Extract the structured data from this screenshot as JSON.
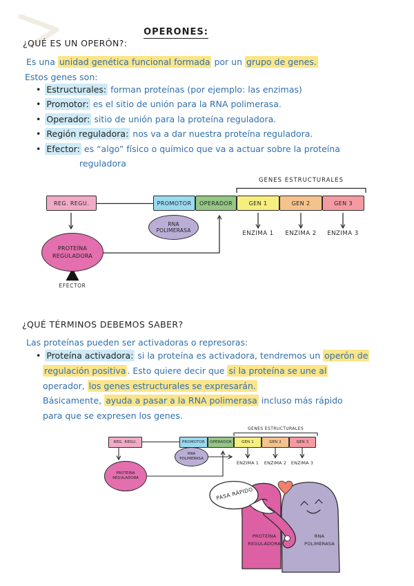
{
  "colors": {
    "paper": "#ffffff",
    "ink_blue": "#306fab",
    "ink_black": "#1f1f1f",
    "stroke": "#2b2b2b",
    "hl_yellow": "#fbe588",
    "hl_blue": "#cdeaf6"
  },
  "header": {
    "title": "OPERONES:"
  },
  "section1": {
    "heading": "¿QUÉ ES UN OPERÓN?:",
    "intro_seg1": "Es una ",
    "intro_hl1": "unidad genética funcional formada",
    "intro_seg2": " por un ",
    "intro_hl2": "grupo de genes.",
    "intro_line2": "Estos genes son:",
    "bullets": [
      {
        "term": "Estructurales:",
        "def": "forman proteínas (por ejemplo: las enzimas)"
      },
      {
        "term": "Promotor:",
        "def": "es el sitio de unión para la RNA polimerasa."
      },
      {
        "term": "Operador:",
        "def": "sitio de unión para la proteína reguladora."
      },
      {
        "term": "Región reguladora:",
        "def": "nos va a dar nuestra proteína reguladora."
      },
      {
        "term": "Efector:",
        "def": "es “algo” físico o químico que va a actuar sobre la proteína",
        "def_wrap": "reguladora"
      }
    ]
  },
  "diagram1": {
    "genes_label": "GENES ESTRUCTURALES",
    "reg_box": {
      "label": "REG. REGU.",
      "color": "#f2abc7"
    },
    "boxes": [
      {
        "label": "PROMOTOR",
        "color": "#9bd9f0"
      },
      {
        "label": "OPERADOR",
        "color": "#95c685"
      },
      {
        "label": "GEN 1",
        "color": "#f6ee7e"
      },
      {
        "label": "GEN 2",
        "color": "#f4c28d"
      },
      {
        "label": "GEN 3",
        "color": "#f49aa2"
      }
    ],
    "rna": {
      "line1": "RNA",
      "line2": "POLIMERASA",
      "color": "#bbaed6"
    },
    "protein": {
      "line1": "PROTEÍNA",
      "line2": "REGULADORA",
      "color": "#e36fae"
    },
    "efector_label": "EFECTOR",
    "enzymes": [
      "ENZIMA 1",
      "ENZIMA 2",
      "ENZIMA 3"
    ]
  },
  "section2": {
    "heading": "¿QUÉ TÉRMINOS DEBEMOS SABER?",
    "intro": "Las proteínas pueden ser activadoras o represoras:",
    "term": "Proteína activadora:",
    "l1_seg": "si la proteína es activadora, tendremos un ",
    "l1_hl": "operón de",
    "l2_hl1": "regulación positiva",
    "l2_seg": ". Esto quiere decir que ",
    "l2_hl2": "si la proteína se une al",
    "l3_seg": "operador, ",
    "l3_hl": "los genes estructurales se expresarán.",
    "l4_seg1": "Básicamente, ",
    "l4_hl": "ayuda a pasar a la RNA polimerasa",
    "l4_seg2": " incluso más rápido",
    "l5": "para que se expresen los genes."
  },
  "diagram2": {
    "genes_label": "GENES ESTRUCTURALES",
    "reg_box": {
      "label": "REG. REGU.",
      "color": "#f2abc7"
    },
    "boxes": [
      {
        "label": "PROMOTOR",
        "color": "#9bd9f0"
      },
      {
        "label": "OPERADOR",
        "color": "#95c685"
      },
      {
        "label": "GEN 1",
        "color": "#f6ee7e"
      },
      {
        "label": "GEN 2",
        "color": "#f4c28d"
      },
      {
        "label": "GEN 3",
        "color": "#f49aa2"
      }
    ],
    "rna": {
      "line1": "RNA",
      "line2": "POLIMERASA",
      "color": "#bbaed6"
    },
    "protein": {
      "line1": "PROTEÍNA",
      "line2": "REGULADORA",
      "color": "#e36fae"
    },
    "enzymes": [
      "ENZIMA 1",
      "ENZIMA 2",
      "ENZIMA 3"
    ]
  },
  "cartoon": {
    "bubble_text": "PASA RÁPIDO",
    "heart_color": "#f0806f",
    "pink_blob": {
      "line1": "PROTEÍNA",
      "line2": "REGULADORA",
      "color": "#dd60a4"
    },
    "purple_blob": {
      "line1": "RNA",
      "line2": "POLIMERASA",
      "color": "#b5abce"
    }
  }
}
